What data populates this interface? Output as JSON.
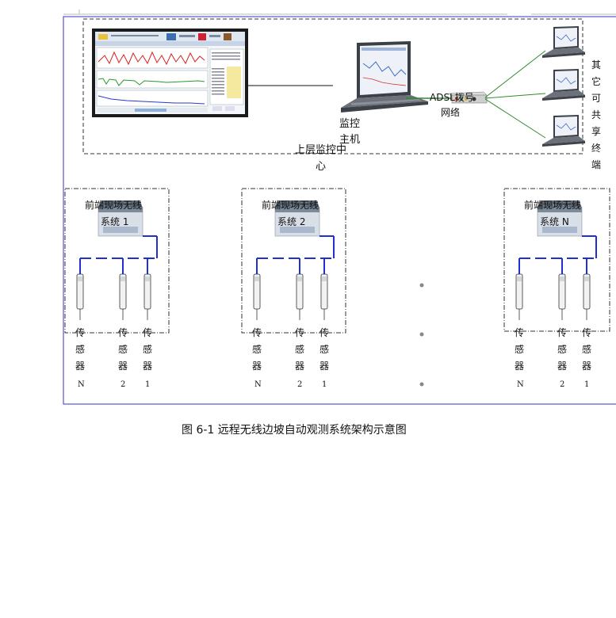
{
  "diagram": {
    "top_center_label": "上层监控中心",
    "monitor_host_label": "监控主机",
    "network_label": "ADSL拨号网络",
    "other_terminals_label": "其它可共享终端",
    "subsystems": [
      {
        "name": "前端现场无线系统 1",
        "sensor_label": "传感器",
        "sensor_ids": [
          "N",
          "2",
          "1"
        ]
      },
      {
        "name": "前端现场无线系统 2",
        "sensor_label": "传感器",
        "sensor_ids": [
          "N",
          "2",
          "1"
        ]
      },
      {
        "name": "前端现场无线系统 N",
        "sensor_label": "传感器",
        "sensor_ids": [
          "N",
          "2",
          "1"
        ]
      }
    ],
    "caption": "图 6-1   远程无线边坡自动观测系统架构示意图",
    "colors": {
      "outer_border": "#3333cc",
      "bus_line": "#1f2fd0",
      "green_link": "#2e8b2e",
      "dashed": "#333333"
    }
  }
}
